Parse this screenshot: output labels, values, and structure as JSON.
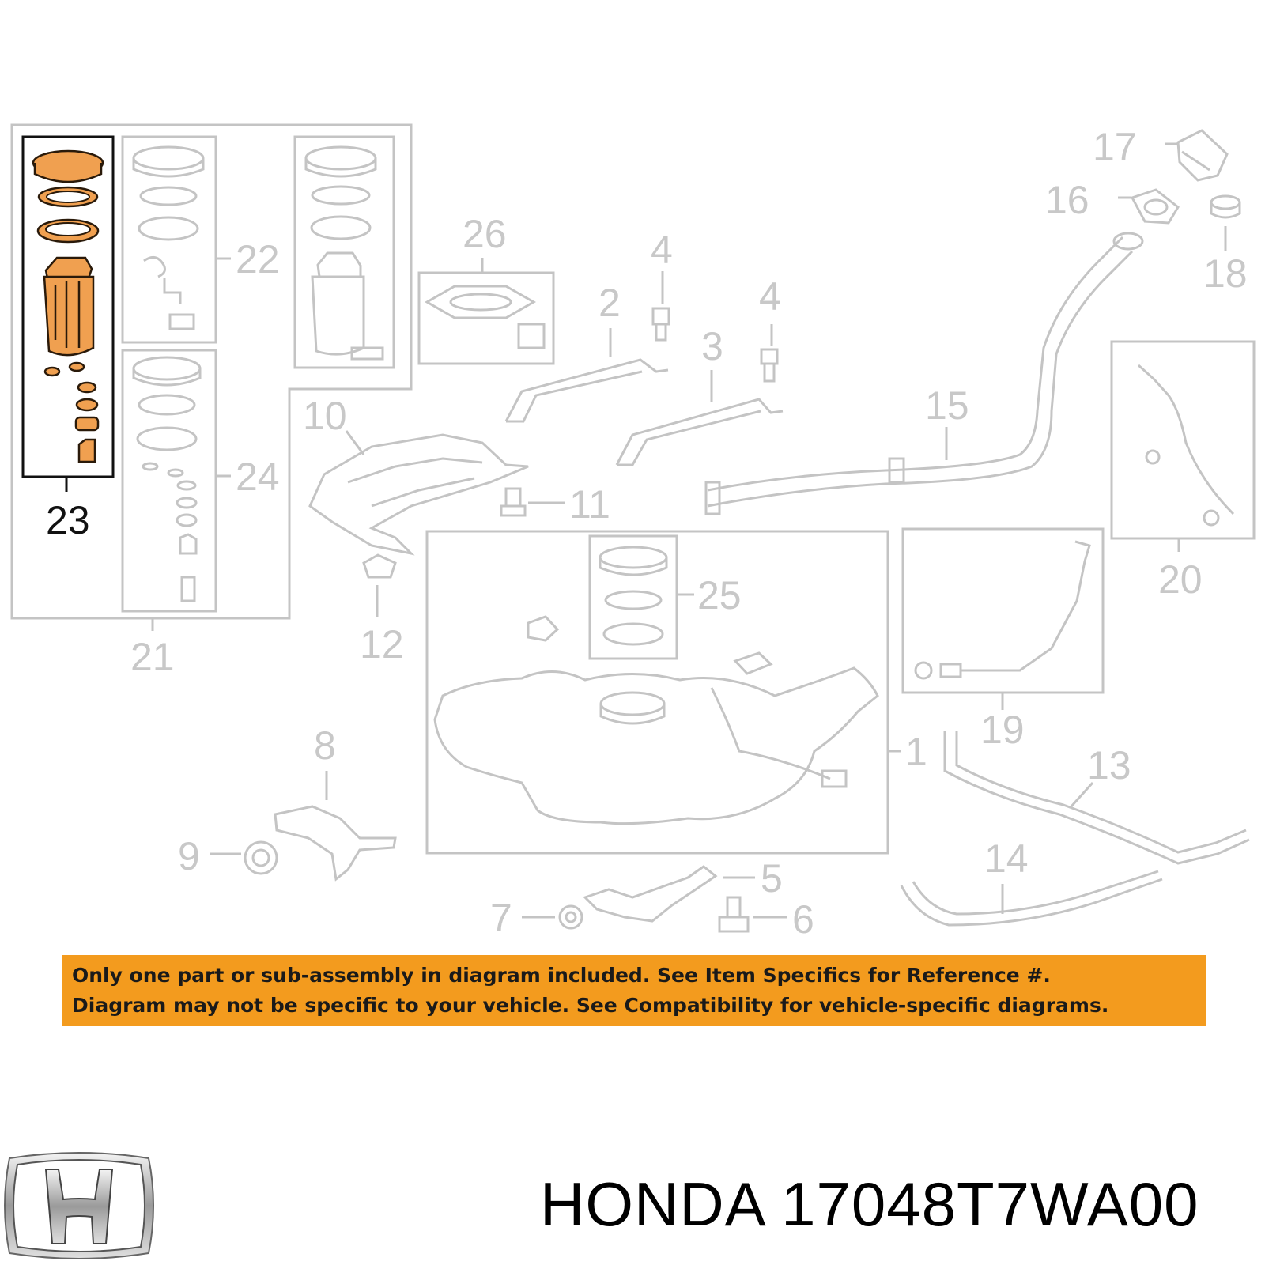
{
  "callouts": {
    "c1": "1",
    "c2": "2",
    "c3": "3",
    "c4a": "4",
    "c4b": "4",
    "c5": "5",
    "c6": "6",
    "c7": "7",
    "c8": "8",
    "c9": "9",
    "c10": "10",
    "c11": "11",
    "c12": "12",
    "c13": "13",
    "c14": "14",
    "c15": "15",
    "c16": "16",
    "c17": "17",
    "c18": "18",
    "c19": "19",
    "c20": "20",
    "c21": "21",
    "c22": "22",
    "c23": "23",
    "c24": "24",
    "c25": "25",
    "c26": "26"
  },
  "highlighted_callout": "23",
  "notice": {
    "line1": "Only one part or sub-assembly in diagram included. See Item Specifics for Reference #.",
    "line2": "Diagram may not be specific to your vehicle. See Compatibility for vehicle-specific diagrams."
  },
  "footer": {
    "brand": "HONDA",
    "part_number": "17048T7WA00"
  },
  "colors": {
    "highlight": "#f0a050",
    "banner": "#f39b1e",
    "muted_line": "#c4c4c4"
  }
}
